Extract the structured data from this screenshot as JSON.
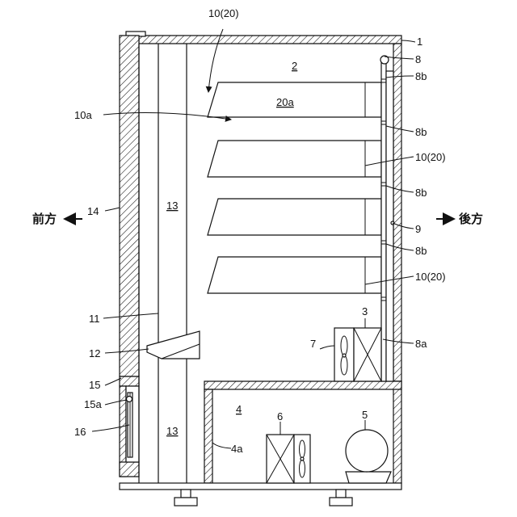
{
  "directions": {
    "front": "前方",
    "rear": "後方"
  },
  "labels": {
    "l1": "1",
    "l2": "2",
    "l3": "3",
    "l4": "4",
    "l4a": "4a",
    "l5": "5",
    "l6": "6",
    "l7": "7",
    "l8": "8",
    "l8a": "8a",
    "l8b_1": "8b",
    "l8b_2": "8b",
    "l8b_3": "8b",
    "l8b_4": "8b",
    "l9": "9",
    "l10_top": "10(20)",
    "l10_mid": "10(20)",
    "l10_low": "10(20)",
    "l10a": "10a",
    "l11": "11",
    "l12": "12",
    "l13_upper": "13",
    "l13_lower": "13",
    "l14": "14",
    "l15": "15",
    "l15a": "15a",
    "l16": "16",
    "l20a": "20a"
  }
}
